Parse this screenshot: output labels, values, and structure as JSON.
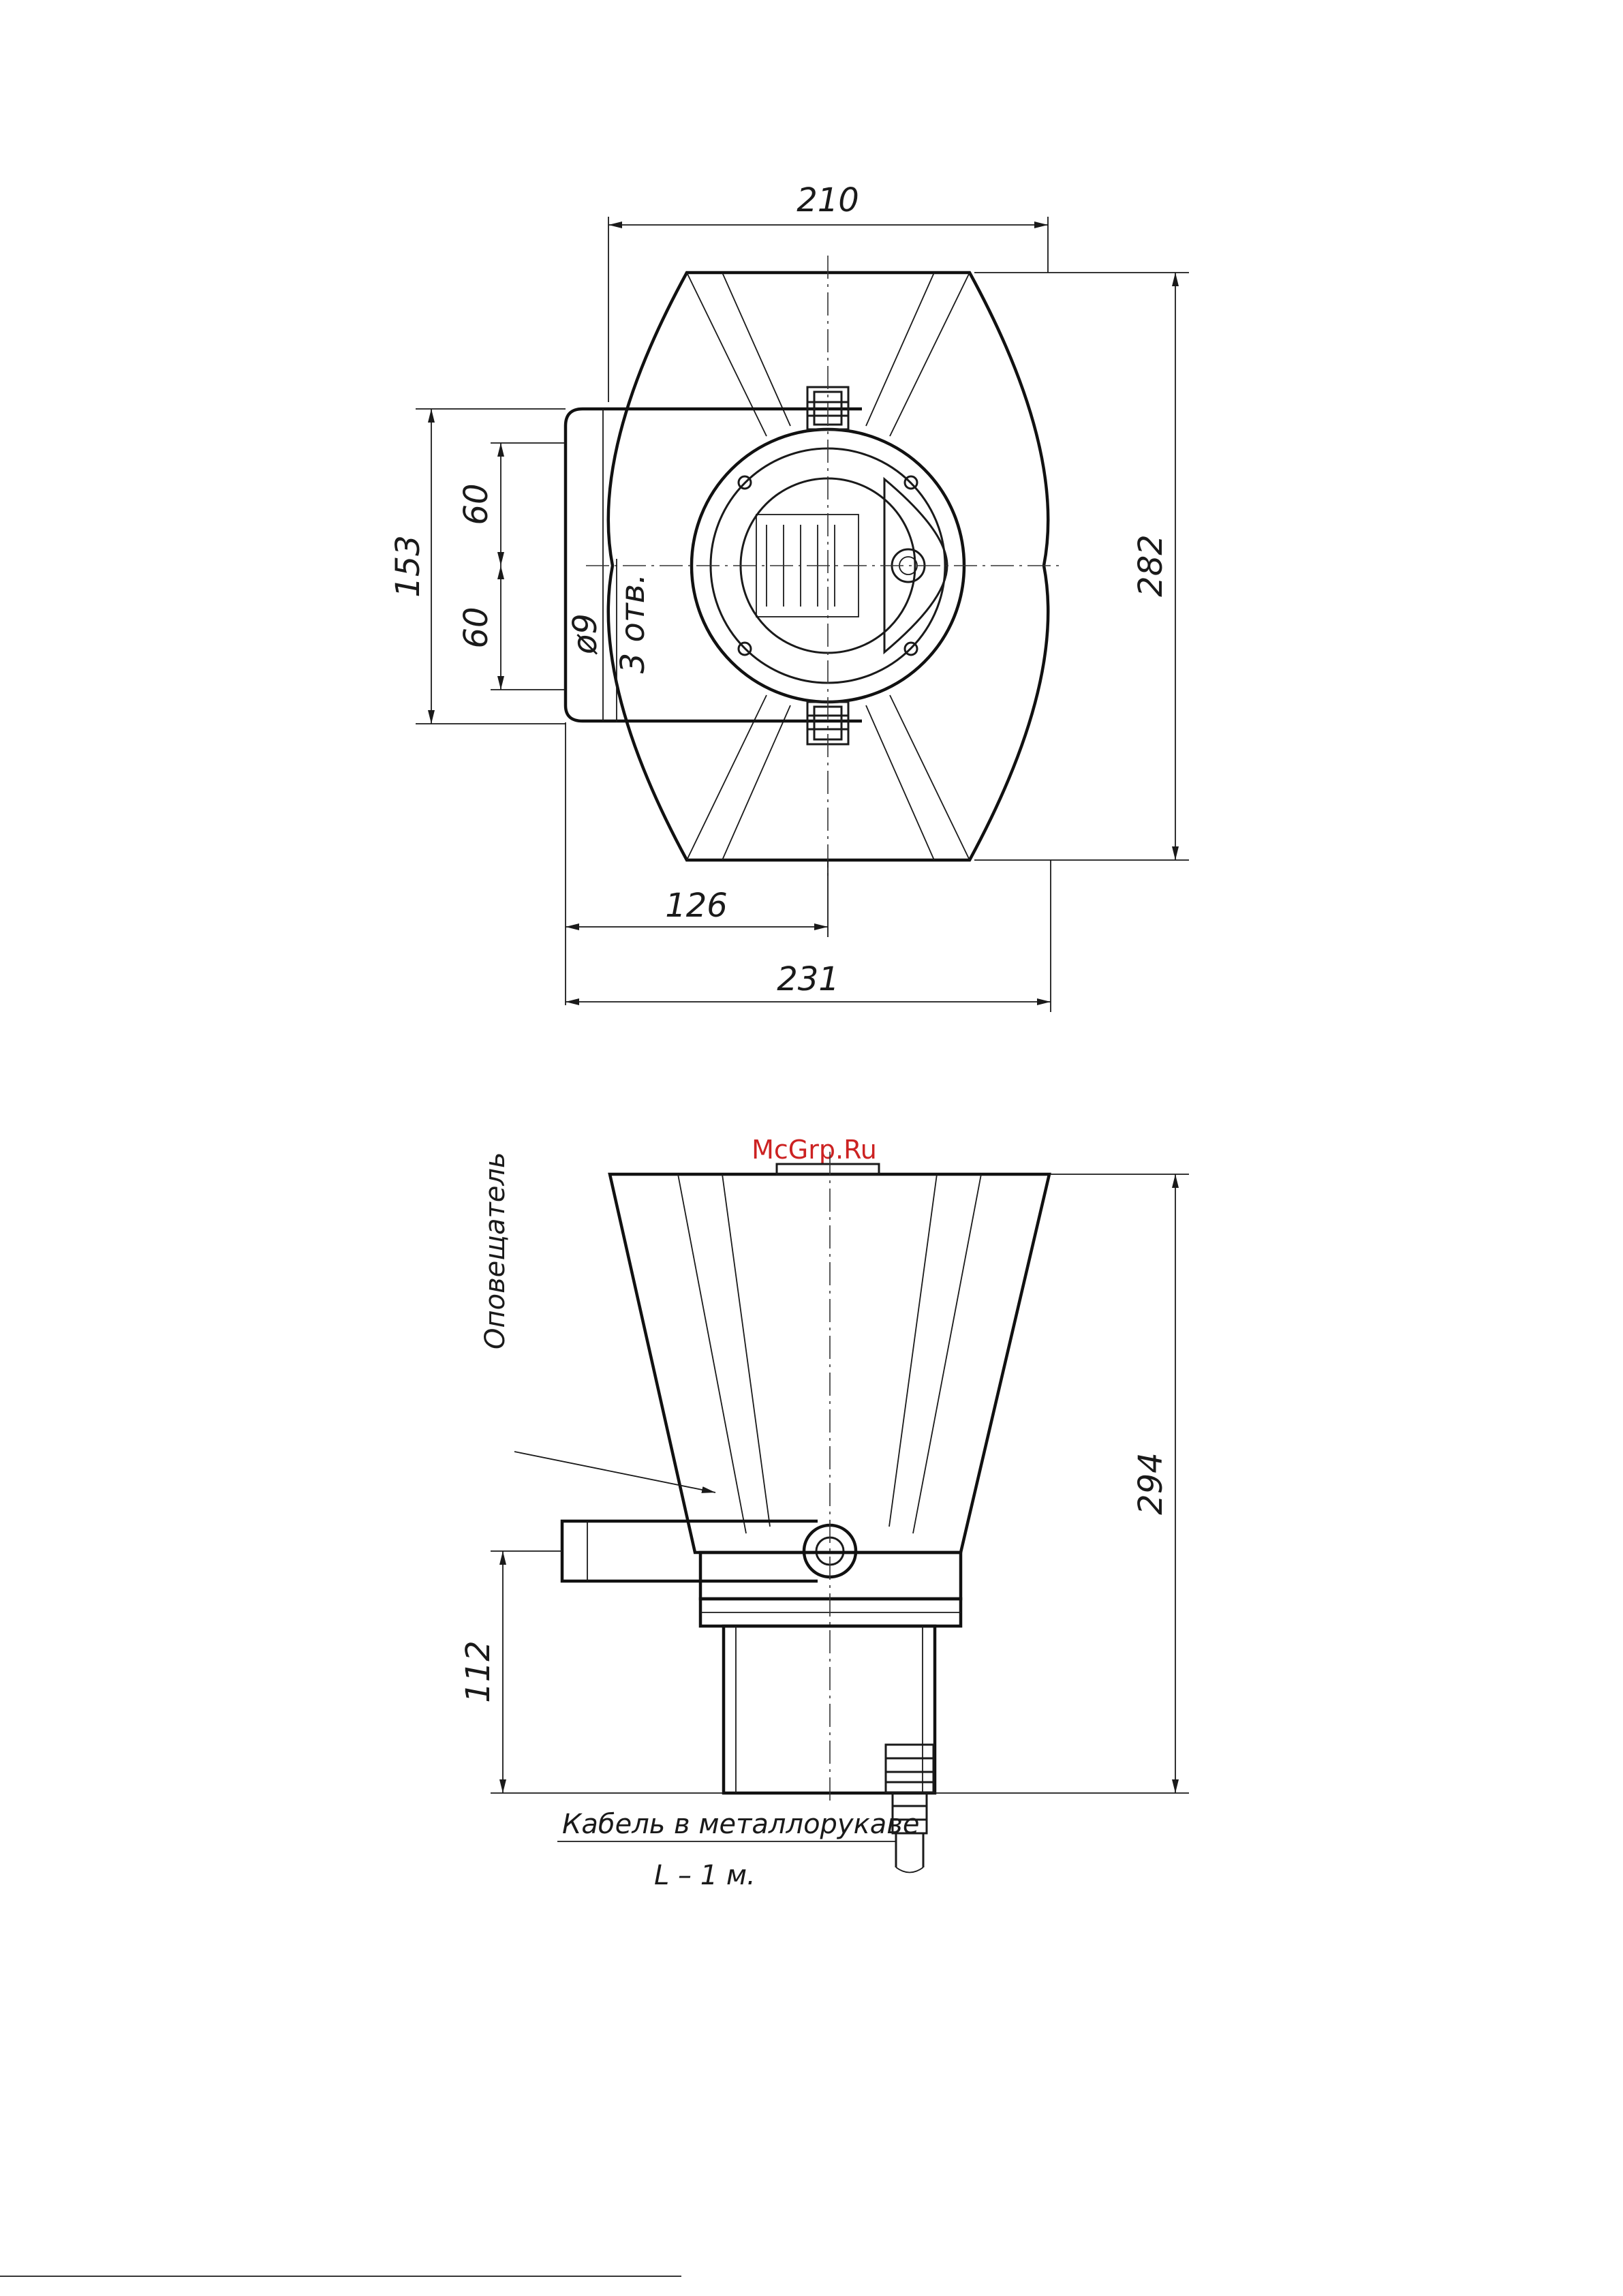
{
  "watermark": {
    "text": "McGrp.Ru",
    "color": "#cc2222"
  },
  "top_view": {
    "dims": {
      "width_top": "210",
      "height_right": "282",
      "height_left": "153",
      "spacing_upper": "60",
      "spacing_lower": "60",
      "hole_dia": "ø9",
      "hole_count": "3 отв.",
      "offset_bottom": "126",
      "width_bottom": "231"
    }
  },
  "side_view": {
    "dims": {
      "height_right": "294",
      "height_left": "112"
    },
    "labels": {
      "device": "Оповещатель",
      "cable": "Кабель в металлорукаве",
      "length": "L – 1 м."
    }
  },
  "colors": {
    "line": "#1a1a1a",
    "paper": "#ffffff"
  }
}
